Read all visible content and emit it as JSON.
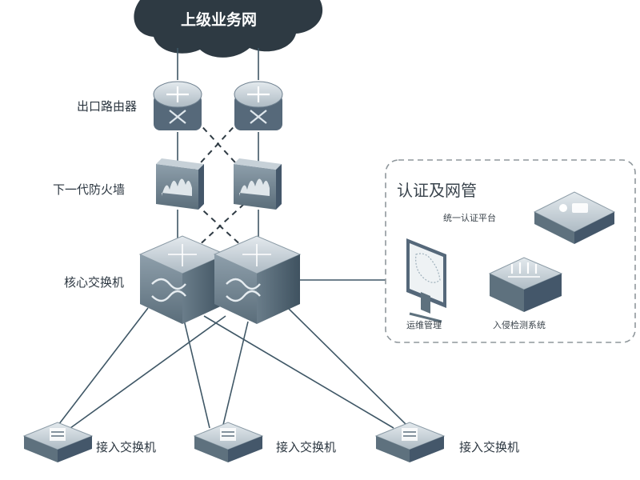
{
  "cloud": {
    "label": "上级业务网"
  },
  "labels": {
    "router": "出口路由器",
    "firewall": "下一代防火墙",
    "core": "核心交换机",
    "access": [
      "接入交换机",
      "接入交换机",
      "接入交换机"
    ]
  },
  "panel": {
    "title": "认证及网管",
    "items": [
      "统一认证平台",
      "运维管理",
      "入侵检测系统"
    ]
  },
  "colors": {
    "device_dark": "#4e6170",
    "device_mid": "#7b8d9a",
    "device_light": "#b8c4cc",
    "line": "#3f5766",
    "cloud": "#2e3a43",
    "panel_border": "#8f979c"
  }
}
